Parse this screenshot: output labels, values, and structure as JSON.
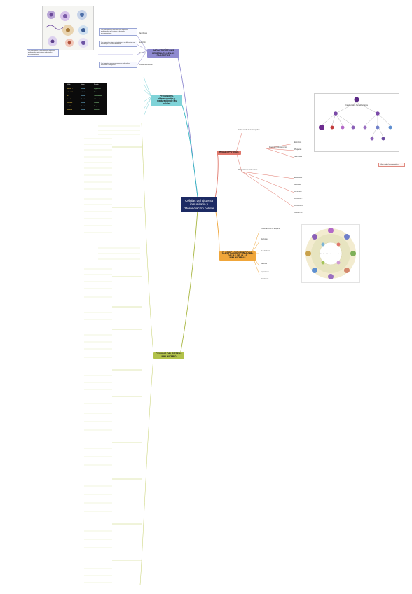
{
  "central": {
    "title": "Células del sistema inmunitario y diferenciación celular"
  },
  "branches": [
    {
      "key": "caracteristicas",
      "label": "CARACTERÍSTICAS GENERALES DE LOS FAGOCITOS",
      "color": "#8f8ad0"
    },
    {
      "key": "precursores",
      "label": "Precursores, diferenciación y maduración de las células",
      "color": "#7fd3d8"
    },
    {
      "key": "celulas",
      "label": "CÉLULAS DEL SISTEMA INMUNITARIO",
      "color": "#b2c24a"
    },
    {
      "key": "hematopoyesis",
      "label": "HEMATOPOYESIS",
      "color": "#e0776b"
    },
    {
      "key": "clasificacion",
      "label": "CLASIFICACIÓN FUNCIONAL DE LAS CÉLULAS INMUNITARIAS",
      "color": "#f0a63a"
    }
  ],
  "top_left": {
    "labels": [
      "Macrófagos",
      "Neutrófilos",
      "Monocitos",
      "Células dendríticas"
    ],
    "notes": [
      "Los macrófagos y neutrófilos son fagocitos profesionales que ingieren y destruyen microorganismos",
      "Los monocitos migran a los tejidos y se diferencian en macrófagos y células dendríticas",
      "Los fagocitos reconocen patrones moleculares asociados a patógenos"
    ]
  },
  "table": {
    "headers": [
      "Célula",
      "Origen",
      "Función"
    ],
    "rows": [
      [
        "Linfocito T",
        "Mieloide",
        "Fagocitosis"
      ],
      [
        "Linfocito B",
        "Linfoide",
        "Anticuerpos"
      ],
      [
        "NK",
        "Linfoide",
        "Citotoxicidad"
      ],
      [
        "Neutrófilo",
        "Mieloide",
        "Inflamación"
      ],
      [
        "Eosinófilo",
        "Mieloide",
        "Parásitos"
      ],
      [
        "Basófilo",
        "Mieloide",
        "Alergia"
      ],
      [
        "Mastocito",
        "Mieloide",
        "Histamina"
      ]
    ]
  },
  "hematopoyesis": {
    "labels": [
      "Célula madre hematopoyética",
      "Progenitor mieloide común",
      "Progenitor linfoide común",
      "Eritrocitos",
      "Plaquetas",
      "Neutrófilos",
      "Eosinófilos",
      "Basófilos",
      "Monocitos",
      "Linfocitos T",
      "Linfocitos B",
      "Células NK"
    ]
  },
  "clasificacion": {
    "labels": [
      "Presentadoras de antígeno",
      "Efectoras",
      "Reguladoras",
      "Memoria",
      "Fagocíticas",
      "Citotóxicas"
    ]
  },
  "diagrams": {
    "hematopoyesis_title": "Célula madre hematopoyética",
    "wheel_title": "Células del sistema inmunitario"
  },
  "colors": {
    "central": "#1c2a63",
    "purple": "#8f8ad0",
    "teal": "#35b7c2",
    "olive": "#b2c24a",
    "red": "#e0776b",
    "orange": "#f0a63a",
    "olive_line": "#a8b640"
  }
}
